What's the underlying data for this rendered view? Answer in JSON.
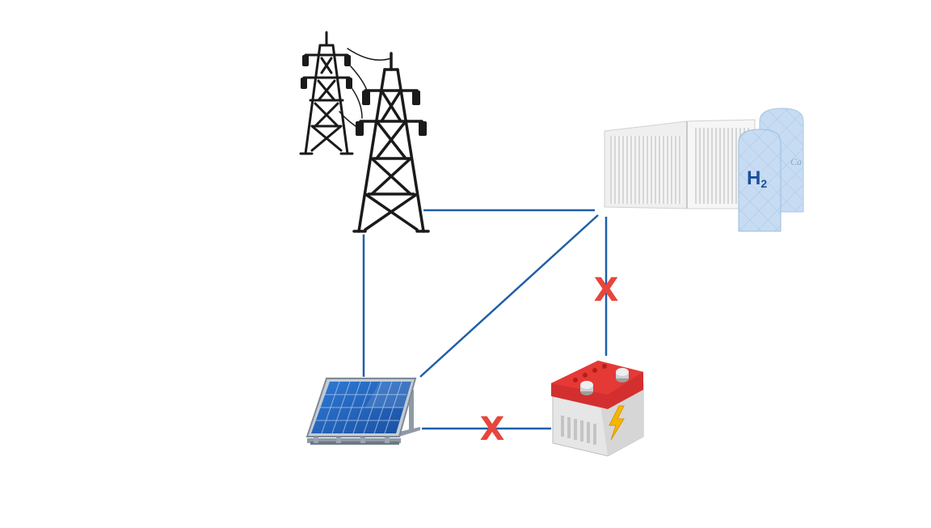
{
  "diagram": {
    "nodes": [
      {
        "id": "grid",
        "icon": "transmission-tower-icon"
      },
      {
        "id": "hydrogen",
        "icon": "hydrogen-storage-icon",
        "label": "H2"
      },
      {
        "id": "solar",
        "icon": "solar-panel-icon"
      },
      {
        "id": "battery",
        "icon": "battery-icon"
      }
    ],
    "connections": [
      {
        "from": "grid",
        "to": "hydrogen",
        "blocked": false
      },
      {
        "from": "grid",
        "to": "solar",
        "blocked": false
      },
      {
        "from": "solar",
        "to": "hydrogen",
        "blocked": false
      },
      {
        "from": "hydrogen",
        "to": "battery",
        "blocked": true
      },
      {
        "from": "solar",
        "to": "battery",
        "blocked": true
      }
    ],
    "blocked_marker": "X",
    "colors": {
      "line": "#1f5fa8",
      "blocked": "#e8453c",
      "tower": "#1a1a1a",
      "panel": "#1f5fb8",
      "battery_top": "#e53935",
      "tank": "#c7dcf2",
      "container": "#eeeeee"
    }
  }
}
